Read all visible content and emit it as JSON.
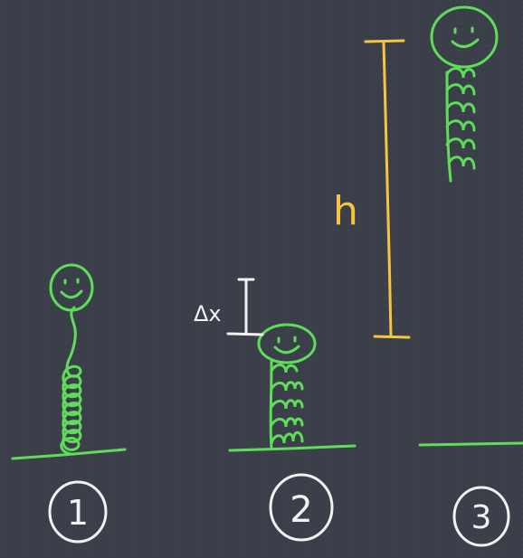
{
  "colors": {
    "background": "#3b3f4a",
    "spring_green": "#5fdc5a",
    "height_marker": "#f5c542",
    "chalk_white": "#f2f2f2"
  },
  "labels": {
    "height": "h",
    "compression": "Δx"
  },
  "stages": [
    {
      "number": "1"
    },
    {
      "number": "2"
    },
    {
      "number": "3"
    }
  ]
}
